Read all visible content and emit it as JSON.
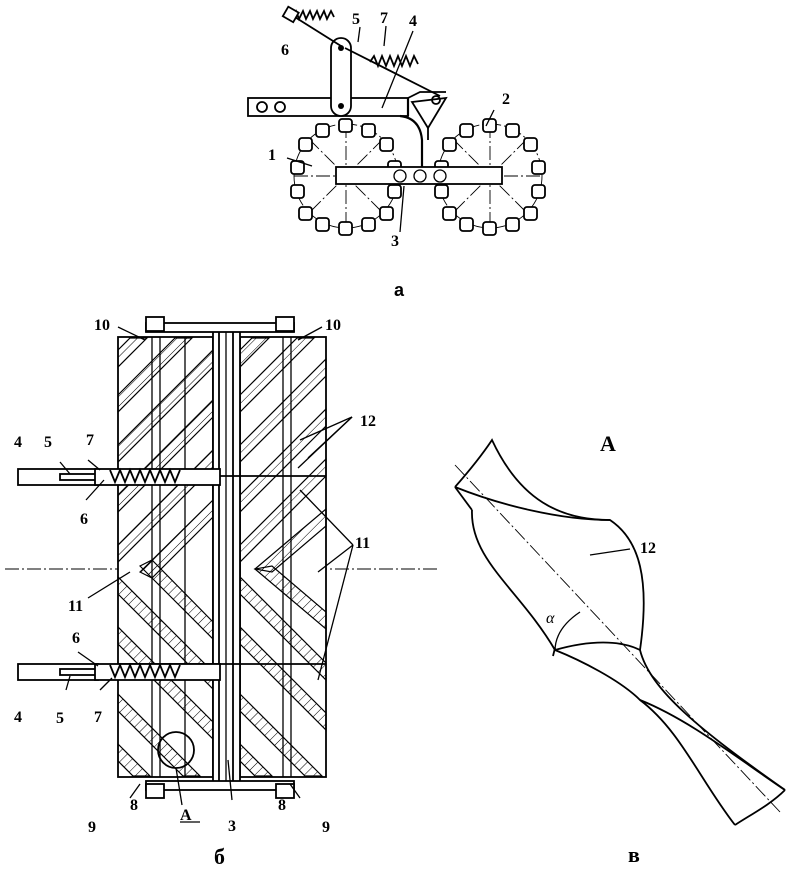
{
  "captions": {
    "a": "а",
    "b": "б",
    "v": "в"
  },
  "view_a": {
    "labels": {
      "l1": "1",
      "l2": "2",
      "l3": "3",
      "l4": "4",
      "l5": "5",
      "l6": "6",
      "l7": "7"
    }
  },
  "view_b": {
    "labels": {
      "l10_left": "10",
      "l10_right": "10",
      "l12": "12",
      "l4_top": "4",
      "l5_top": "5",
      "l7_top": "7",
      "l6_top": "6",
      "l11_left": "11",
      "l11_right": "11",
      "l6_bot": "6",
      "l4_bot": "4",
      "l5_bot": "5",
      "l7_bot": "7",
      "l9_left": "9",
      "l8_left": "8",
      "lA": "A",
      "l3": "3",
      "l8_right": "8",
      "l9_right": "9"
    }
  },
  "view_v": {
    "title": "A",
    "l12": "12",
    "alpha": "α"
  }
}
